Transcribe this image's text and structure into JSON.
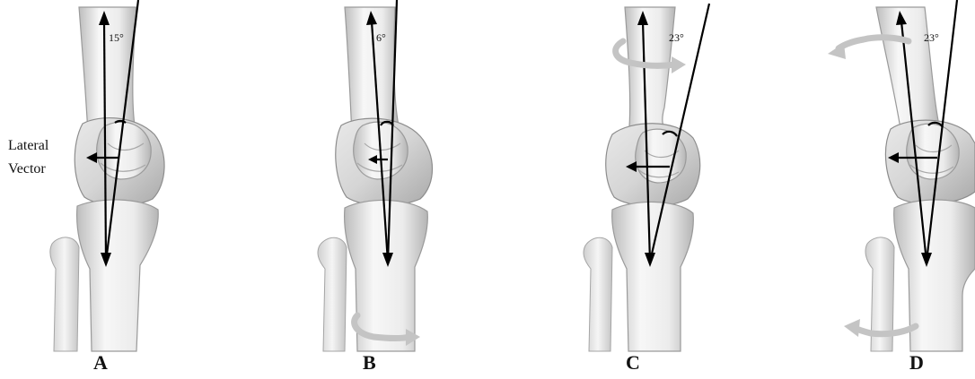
{
  "panels": [
    {
      "letter": "A",
      "angle": "15°"
    },
    {
      "letter": "B",
      "angle": "6°"
    },
    {
      "letter": "C",
      "angle": "23°"
    },
    {
      "letter": "D",
      "angle": "23°"
    }
  ],
  "vector_label": {
    "line1": "Lateral",
    "line2": "Vector"
  },
  "colors": {
    "bone_light": "#f4f4f4",
    "bone_shadow": "#c9c9c9",
    "arrow": "#000000",
    "rotation_arrow": "#c4c4c4"
  }
}
